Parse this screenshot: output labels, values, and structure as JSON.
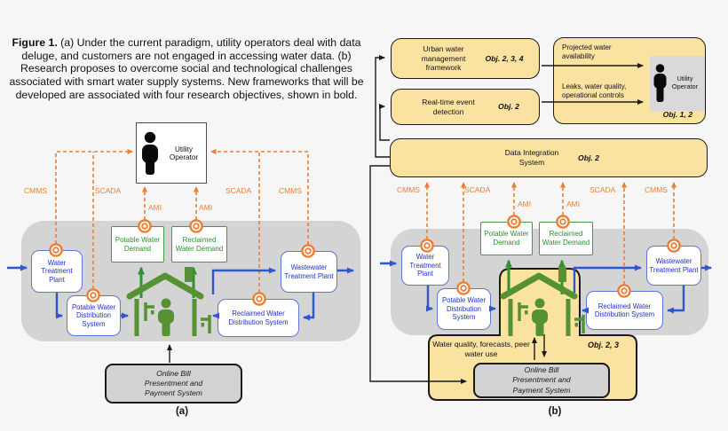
{
  "figure": {
    "caption_prefix": "Figure 1.",
    "caption_text": " (a) Under the current paradigm, utility operators deal with data deluge, and customers are not engaged in accessing water data. (b) Research proposes to overcome social and technological challenges associated with smart water supply systems.  New frameworks that will be developed are associated with four research objectives, shown in bold."
  },
  "colors": {
    "orange": "#ED7D31",
    "blue_arrow": "#2F55CF",
    "blue_text": "#2230C8",
    "green_arrow": "#2F9232",
    "house_green": "#569133",
    "yellow_fill": "#FAE3A1",
    "gray_container": "#D4D4D4",
    "bill_gray": "#D2D2D2"
  },
  "panel_a": {
    "label": "(a)",
    "operator": {
      "label": "Utility Operator"
    },
    "channels": {
      "cmms_left": "CMMS",
      "scada_left": "SCADA",
      "ami_left": "AMI",
      "ami_right": "AMI",
      "scada_right": "SCADA",
      "cmms_right": "CMMS"
    },
    "boxes": {
      "wtp": "Water Treatment Plant",
      "pwds": "Potable Water Distribution System",
      "pwd": "Potable Water Demand",
      "rwd": "Reclaimed Water Demand",
      "rwds": "Reclaimed Water Distribution System",
      "wwtp": "Wastewater Treatment Plant"
    },
    "bill_lines": [
      "Online Bill",
      "Presentment and",
      "Payment System"
    ]
  },
  "panel_b": {
    "label": "(b)",
    "operator": {
      "label": "Utility Operator",
      "obj": "Obj. 1, 2"
    },
    "frameworks": {
      "urban": {
        "label": "Urban water management framework",
        "obj": "Obj. 2, 3, 4"
      },
      "realtime": {
        "label": "Real-time event detection",
        "obj": "Obj. 2"
      },
      "dis": {
        "label": "Data Integration System",
        "obj": "Obj. 2"
      }
    },
    "operator_inputs": {
      "line1": "Projected water availability",
      "line2": "Leaks, water quality, operational controls"
    },
    "customer": {
      "text": "Water quality, forecasts, peer water use",
      "obj": "Obj. 2, 3"
    },
    "channels": {
      "cmms_left": "CMMS",
      "scada_left": "SCADA",
      "ami_left": "AMI",
      "ami_right": "AMI",
      "scada_right": "SCADA",
      "cmms_right": "CMMS"
    },
    "boxes": {
      "wtp": "Water Treatment Plant",
      "pwds": "Potable Water Distribution System",
      "pwd": "Potable Water Demand",
      "rwd": "Reclaimed Water Demand",
      "rwds": "Reclaimed Water Distribution System",
      "wwtp": "Wastewater Treatment Plant"
    },
    "bill_lines": [
      "Online Bill",
      "Presentment and",
      "Payment System"
    ]
  }
}
